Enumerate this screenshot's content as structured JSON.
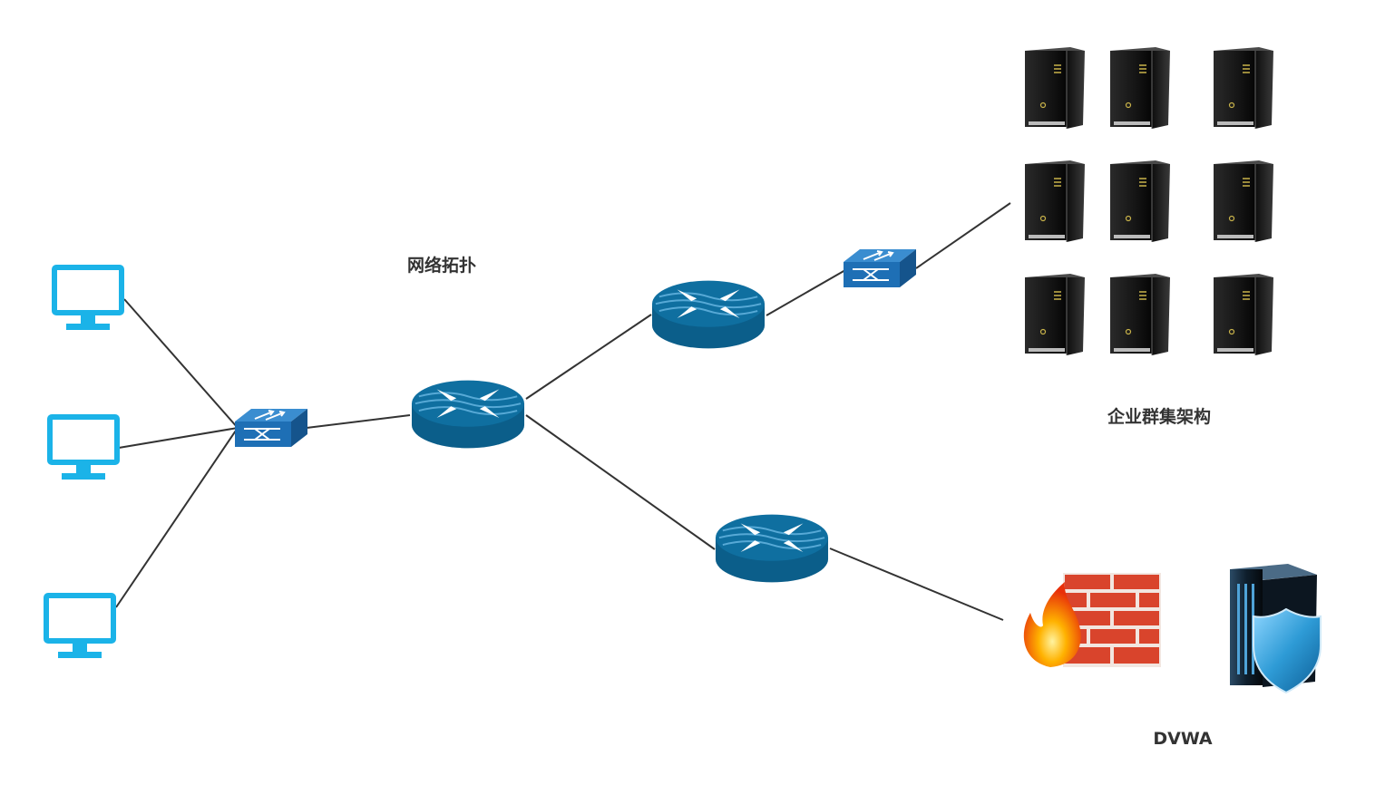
{
  "labels": {
    "topology": "网络拓扑",
    "cluster": "企业群集架构",
    "dvwa": "DVWA"
  },
  "nodes": {
    "pcs": [
      {
        "name": "pc-1",
        "icon": "monitor-icon"
      },
      {
        "name": "pc-2",
        "icon": "monitor-icon"
      },
      {
        "name": "pc-3",
        "icon": "monitor-icon"
      }
    ],
    "switches": [
      {
        "name": "access-switch",
        "icon": "switch-icon"
      },
      {
        "name": "cluster-switch",
        "icon": "switch-icon"
      }
    ],
    "routers": [
      {
        "name": "core-router",
        "icon": "router-icon"
      },
      {
        "name": "upper-router",
        "icon": "router-icon"
      },
      {
        "name": "lower-router",
        "icon": "router-icon"
      }
    ],
    "servers": {
      "icon": "tower-server-icon",
      "rows": 3,
      "cols": 3
    },
    "firewall": {
      "icon": "firewall-icon"
    },
    "secure_server": {
      "icon": "shield-server-icon"
    }
  },
  "colors": {
    "monitor": "#1BB3E8",
    "switch": "#1E6FB5",
    "router": "#0F6FA0",
    "line": "#333333",
    "server": "#1a1a1a",
    "brick": "#D9442C",
    "shield": "#2E9BD6"
  }
}
